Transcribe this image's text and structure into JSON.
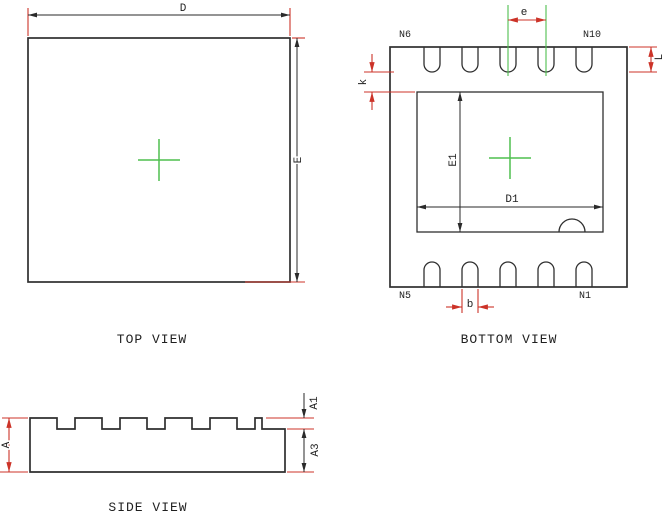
{
  "colors": {
    "outline": "#2f2f2f",
    "dimension_line": "#2a2a2a",
    "extension_line": "#cc3328",
    "centerline": "#4fbf4f",
    "label_text": "#1f1f1f",
    "background": "#ffffff"
  },
  "top_view": {
    "title": "TOP VIEW",
    "dim_width_label": "D",
    "dim_height_label": "E"
  },
  "bottom_view": {
    "title": "BOTTOM VIEW",
    "pin_top_left": "N6",
    "pin_top_right": "N10",
    "pin_bottom_left": "N5",
    "pin_bottom_right": "N1",
    "dim_pitch_label": "e",
    "dim_lead_length_label": "L",
    "dim_clearance_label": "k",
    "dim_pad_height_label": "E1",
    "dim_pad_width_label": "D1",
    "dim_lead_width_label": "b"
  },
  "side_view": {
    "title": "SIDE VIEW",
    "dim_overall_height_label": "A",
    "dim_standoff_label": "A1",
    "dim_body_thickness_label": "A3"
  }
}
